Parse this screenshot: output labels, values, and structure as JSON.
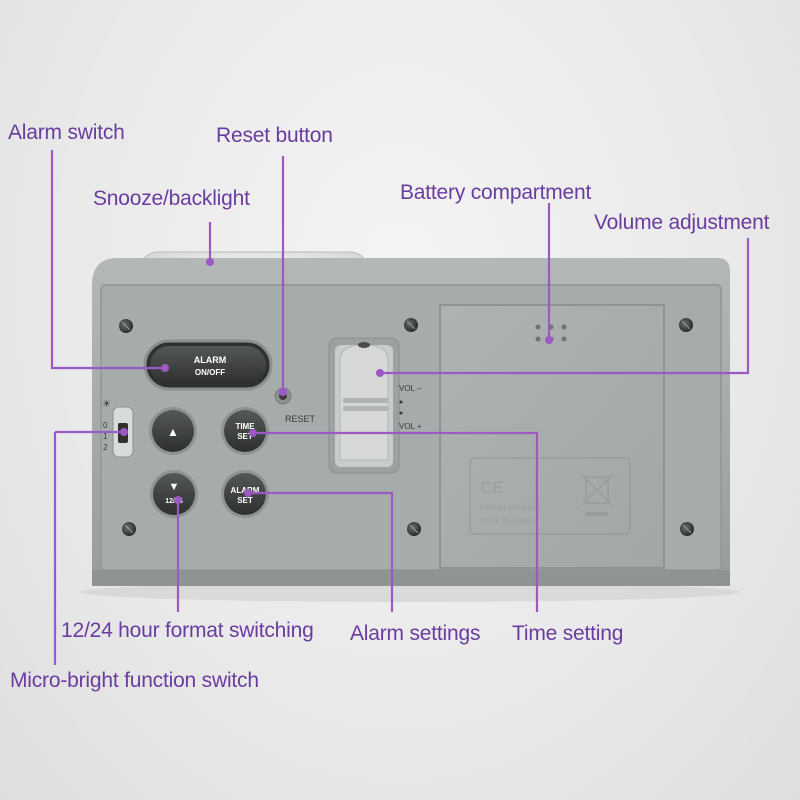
{
  "callouts": {
    "alarm_switch": "Alarm switch",
    "reset_button": "Reset button",
    "snooze_backlight": "Snooze/backlight",
    "battery_compartment": "Battery compartment",
    "volume_adjustment": "Volume adjustment",
    "hour_format": "12/24 hour format switching",
    "alarm_settings": "Alarm settings",
    "time_setting": "Time setting",
    "micro_bright": "Micro-bright function switch"
  },
  "device": {
    "alarm_button": {
      "line1": "ALARM",
      "line2": "ON/OFF"
    },
    "reset_label": "RESET",
    "time_set": {
      "line1": "TIME",
      "line2": "SET"
    },
    "alarm_set": {
      "line1": "ALARM",
      "line2": "SET"
    },
    "format_button": "12/24",
    "up_glyph": "▲",
    "down_glyph": "▼",
    "vol_minus": "VOL –",
    "vol_plus": "VOL +",
    "brightness_marks": [
      "0",
      "1",
      "2"
    ],
    "battery_cover": {
      "line1": "PATENT PENDING",
      "line2": "MADE IN CHINA"
    }
  },
  "colors": {
    "callout_line": "#9b59c4",
    "callout_text": "#6a3ca0",
    "body": "#a4aaa8",
    "button": "#3d3f3f"
  }
}
